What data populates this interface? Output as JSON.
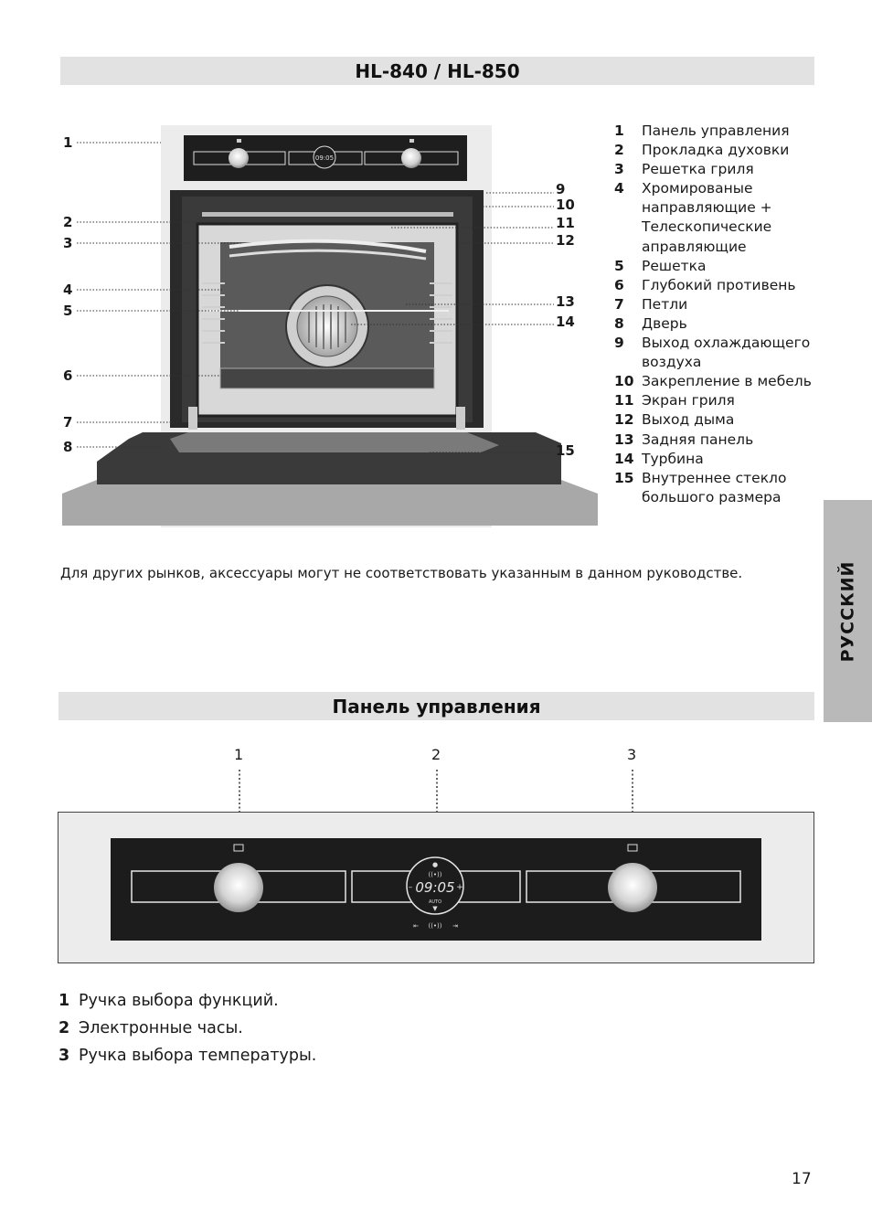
{
  "header": {
    "title": "HL-840 / HL-850"
  },
  "side_tab": {
    "label": "РУССКИЙ"
  },
  "diagram": {
    "callouts_left": [
      "1",
      "2",
      "3",
      "4",
      "5",
      "6",
      "7",
      "8"
    ],
    "callouts_right": [
      "9",
      "10",
      "11",
      "12",
      "13",
      "14",
      "15"
    ],
    "display_time": "09:05"
  },
  "legend": [
    {
      "num": "1",
      "text": "Панель управления"
    },
    {
      "num": "2",
      "text": "Прокладка духовки"
    },
    {
      "num": "3",
      "text": "Решетка гриля"
    },
    {
      "num": "4",
      "text": "Хромированые направляющие + Телескопические аправляющие"
    },
    {
      "num": "5",
      "text": "Решетка"
    },
    {
      "num": "6",
      "text": "Глубокий противень"
    },
    {
      "num": "7",
      "text": "Петли"
    },
    {
      "num": "8",
      "text": "Дверь"
    },
    {
      "num": "9",
      "text": "Выход охлаждающего воздуха"
    },
    {
      "num": "10",
      "text": "Закрепление в мебель"
    },
    {
      "num": "11",
      "text": "Экран гриля"
    },
    {
      "num": "12",
      "text": "Выход дыма"
    },
    {
      "num": "13",
      "text": "Задняя панель"
    },
    {
      "num": "14",
      "text": "Турбина"
    },
    {
      "num": "15",
      "text": "Внутреннее стекло большого размера"
    }
  ],
  "note": "Для других рынков, аксессуары могут не соответствовать указанным в данном руководстве.",
  "section": {
    "title": "Панель управления"
  },
  "panel": {
    "callouts": [
      "1",
      "2",
      "3"
    ],
    "display_time": "09:05",
    "display_mode": "AUTO"
  },
  "descriptions": [
    {
      "num": "1",
      "text": "Ручка выбора функций."
    },
    {
      "num": "2",
      "text": "Электронные часы."
    },
    {
      "num": "3",
      "text": "Ручка выбора температуры."
    }
  ],
  "page": {
    "number": "17"
  }
}
